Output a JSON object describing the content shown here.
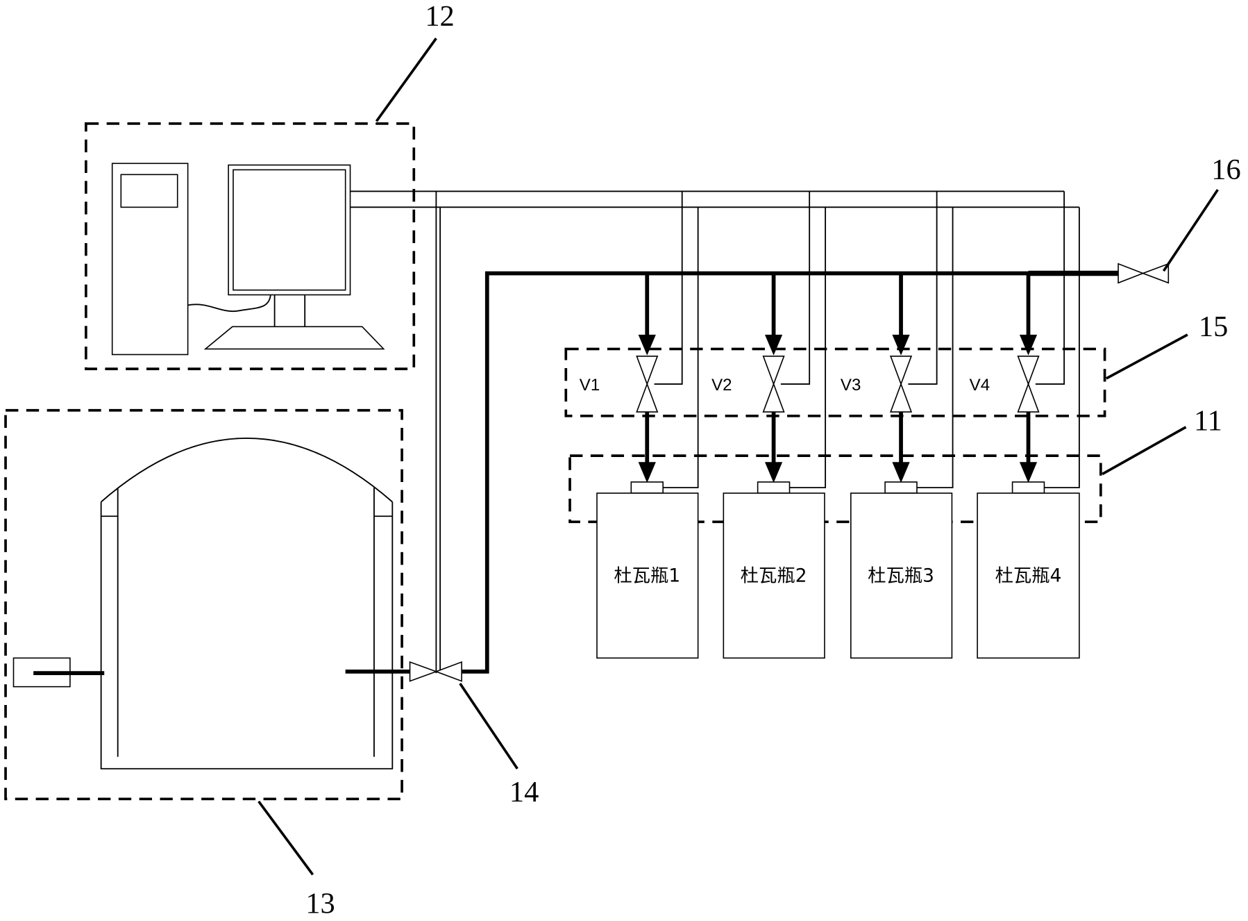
{
  "callouts": {
    "computer": "12",
    "exhaust_valve": "16",
    "valve_group": "15",
    "dewar_group": "11",
    "inlet_valve": "14",
    "chamber": "13"
  },
  "valves": [
    {
      "label": "V1"
    },
    {
      "label": "V2"
    },
    {
      "label": "V3"
    },
    {
      "label": "V4"
    }
  ],
  "dewars": [
    {
      "label": "杜瓦瓶1"
    },
    {
      "label": "杜瓦瓶2"
    },
    {
      "label": "杜瓦瓶3"
    },
    {
      "label": "杜瓦瓶4"
    }
  ],
  "colors": {
    "line": "#000000",
    "background": "#ffffff"
  }
}
